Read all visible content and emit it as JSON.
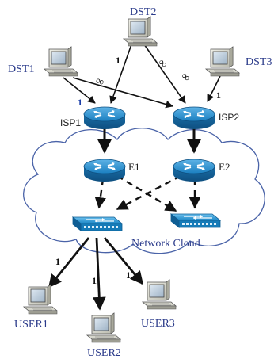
{
  "nodes": {
    "dst1": "DST1",
    "dst2": "DST2",
    "dst3": "DST3",
    "isp1": "ISP1",
    "isp2": "ISP2",
    "e1": "E1",
    "e2": "E2",
    "user1": "USER1",
    "user2": "USER2",
    "user3": "USER3",
    "cloud": "Network Cloud"
  },
  "link_costs": {
    "dst1_isp1": "1",
    "dst2_isp1": "1",
    "dst1_isp2": "∞",
    "dst2_isp2": "∞",
    "dst3_isp2": "1",
    "switch_user1": "1",
    "switch_user2": "1",
    "switch_user3": "1"
  },
  "colors": {
    "router": "#1a7fc0",
    "switch": "#1b86c6",
    "cloud_stroke": "#4a63a8"
  },
  "icons": [
    "computer-icon",
    "router-icon",
    "switch-icon",
    "cloud-icon"
  ]
}
